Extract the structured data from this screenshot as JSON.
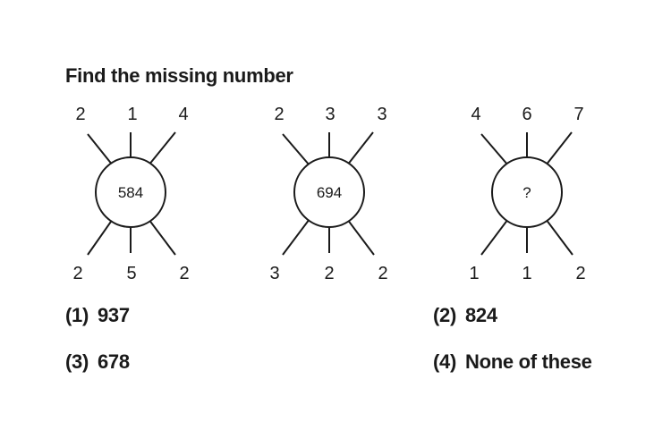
{
  "question": "Find the missing number",
  "figures": [
    {
      "center": "584",
      "top": [
        "2",
        "1",
        "4"
      ],
      "bottom": [
        "2",
        "5",
        "2"
      ]
    },
    {
      "center": "694",
      "top": [
        "2",
        "3",
        "3"
      ],
      "bottom": [
        "3",
        "2",
        "2"
      ]
    },
    {
      "center": "?",
      "top": [
        "4",
        "6",
        "7"
      ],
      "bottom": [
        "1",
        "1",
        "2"
      ]
    }
  ],
  "options": [
    {
      "number": "(1)",
      "text": "937"
    },
    {
      "number": "(2)",
      "text": "824"
    },
    {
      "number": "(3)",
      "text": "678"
    },
    {
      "number": "(4)",
      "text": "None of these"
    }
  ]
}
